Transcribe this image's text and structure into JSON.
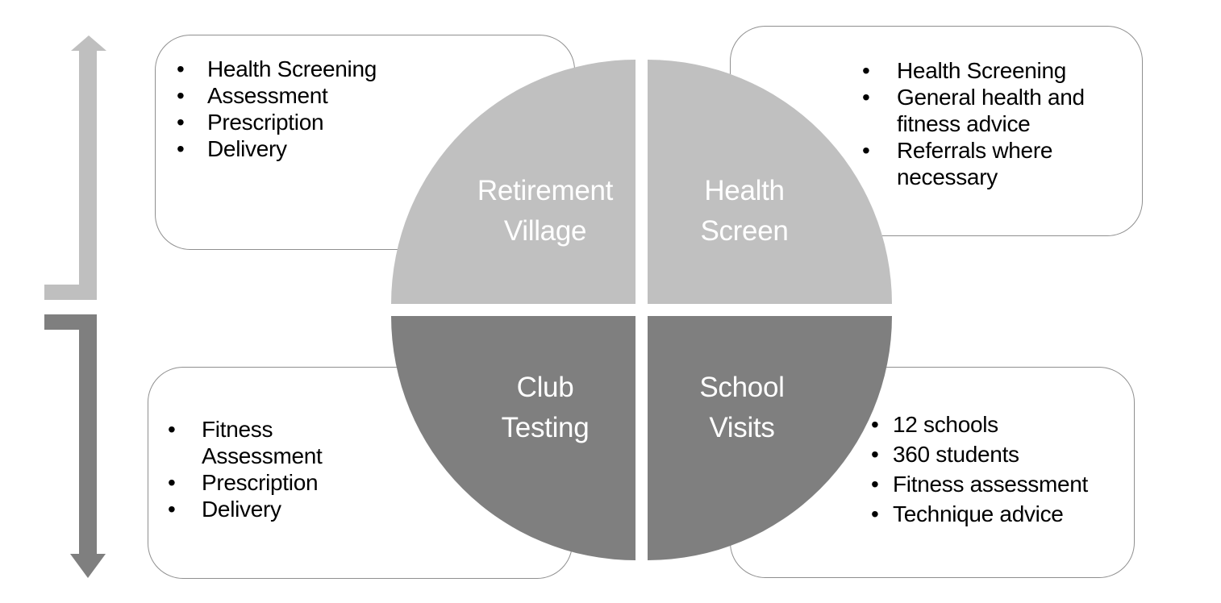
{
  "diagram": {
    "type": "four-quadrant-circle",
    "colors": {
      "light_gray": "#c0c0c0",
      "dark_gray": "#7f7f7f",
      "box_border": "#8f8f8f",
      "bullet_text": "#000000",
      "quadrant_label_text": "#ffffff"
    },
    "quadrants": [
      {
        "id": "retirement-village",
        "label_lines": [
          "Retirement",
          "Village"
        ],
        "shade": "light",
        "bullets": [
          "Health Screening",
          "Assessment",
          "Prescription",
          "Delivery"
        ]
      },
      {
        "id": "health-screen",
        "label_lines": [
          "Health",
          "Screen"
        ],
        "shade": "light",
        "bullets": [
          "Health Screening",
          "General health and fitness advice",
          "Referrals where necessary"
        ]
      },
      {
        "id": "club-testing",
        "label_lines": [
          "Club",
          "Testing"
        ],
        "shade": "dark",
        "bullets": [
          "Fitness Assessment",
          "Prescription",
          "Delivery"
        ]
      },
      {
        "id": "school-visits",
        "label_lines": [
          "School",
          "Visits"
        ],
        "shade": "dark",
        "bullets": [
          "12 schools",
          "360 students",
          "Fitness assessment",
          "Technique advice"
        ]
      }
    ],
    "arrows": [
      {
        "direction": "up",
        "shade": "light",
        "color": "#bfbfbf"
      },
      {
        "direction": "down",
        "shade": "dark",
        "color": "#7f7f7f"
      }
    ]
  }
}
